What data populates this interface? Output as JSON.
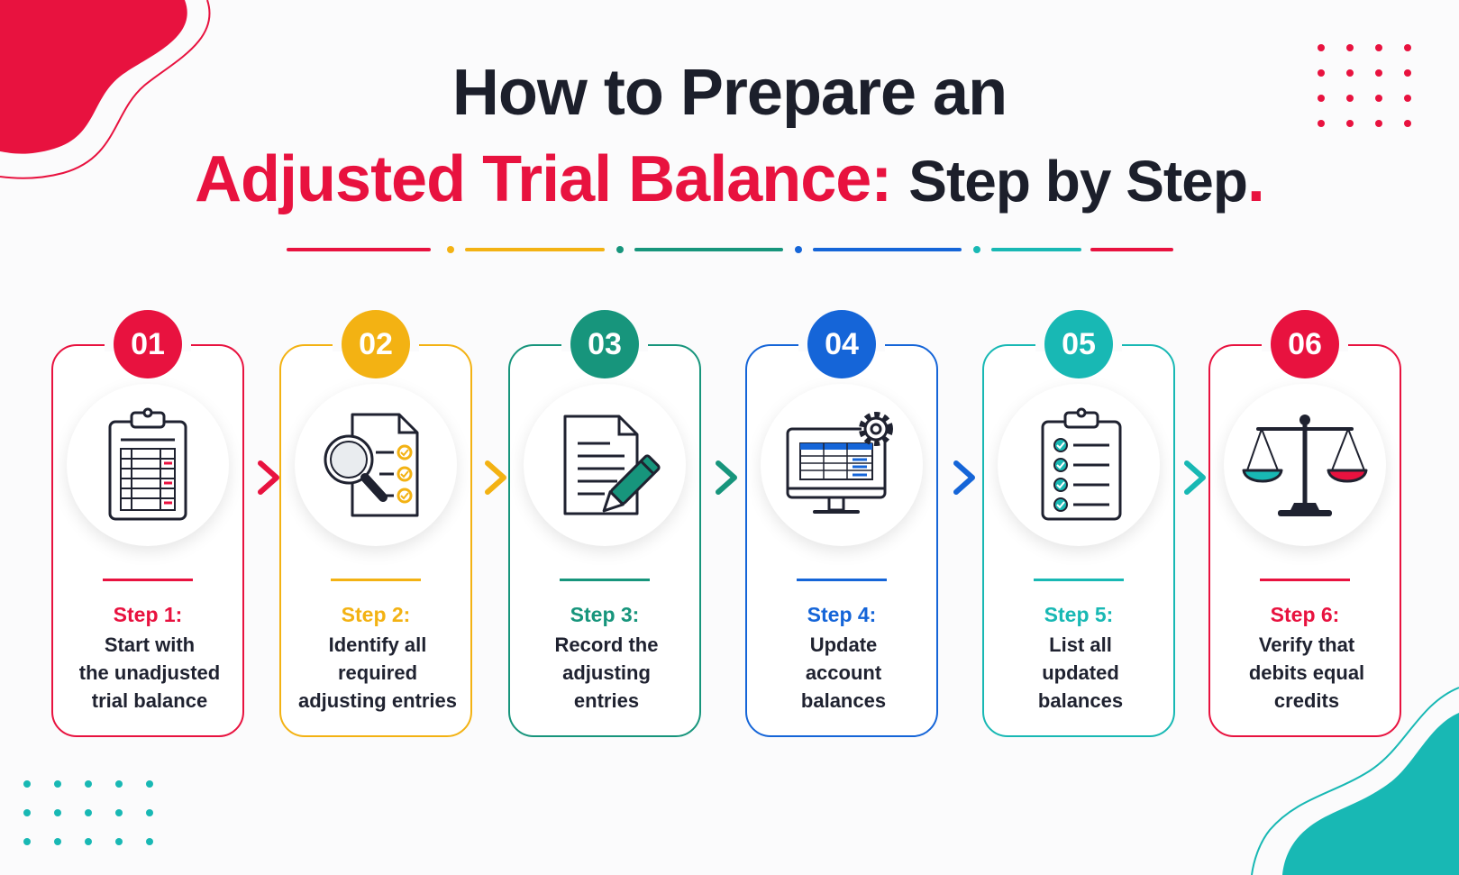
{
  "title": {
    "line1": "How to Prepare an",
    "line2_accent": "Adjusted Trial Balance:",
    "line2_rest": "Step by Step",
    "line2_dot": "."
  },
  "colors": {
    "red": "#e8123f",
    "yellow": "#f3b213",
    "green": "#17957c",
    "blue": "#1565d8",
    "teal": "#18b8b4",
    "dark": "#1c1f2b"
  },
  "steps": [
    {
      "number": "01",
      "label": "Step 1:",
      "desc_lines": [
        "Start with",
        "the unadjusted",
        "trial balance"
      ],
      "icon": "clipboard-ledger-icon",
      "color": "#e8123f"
    },
    {
      "number": "02",
      "label": "Step 2:",
      "desc_lines": [
        "Identify all",
        "required",
        "adjusting entries"
      ],
      "icon": "magnifier-document-icon",
      "color": "#f3b213"
    },
    {
      "number": "03",
      "label": "Step 3:",
      "desc_lines": [
        "Record the",
        "adjusting",
        "entries"
      ],
      "icon": "document-pencil-icon",
      "color": "#17957c"
    },
    {
      "number": "04",
      "label": "Step 4:",
      "desc_lines": [
        "Update",
        "account",
        "balances"
      ],
      "icon": "monitor-gear-icon",
      "color": "#1565d8"
    },
    {
      "number": "05",
      "label": "Step 5:",
      "desc_lines": [
        "List all",
        "updated",
        "balances"
      ],
      "icon": "clipboard-checklist-icon",
      "color": "#18b8b4"
    },
    {
      "number": "06",
      "label": "Step 6:",
      "desc_lines": [
        "Verify that",
        "debits equal",
        "credits"
      ],
      "icon": "balance-scale-icon",
      "color": "#e8123f"
    }
  ]
}
